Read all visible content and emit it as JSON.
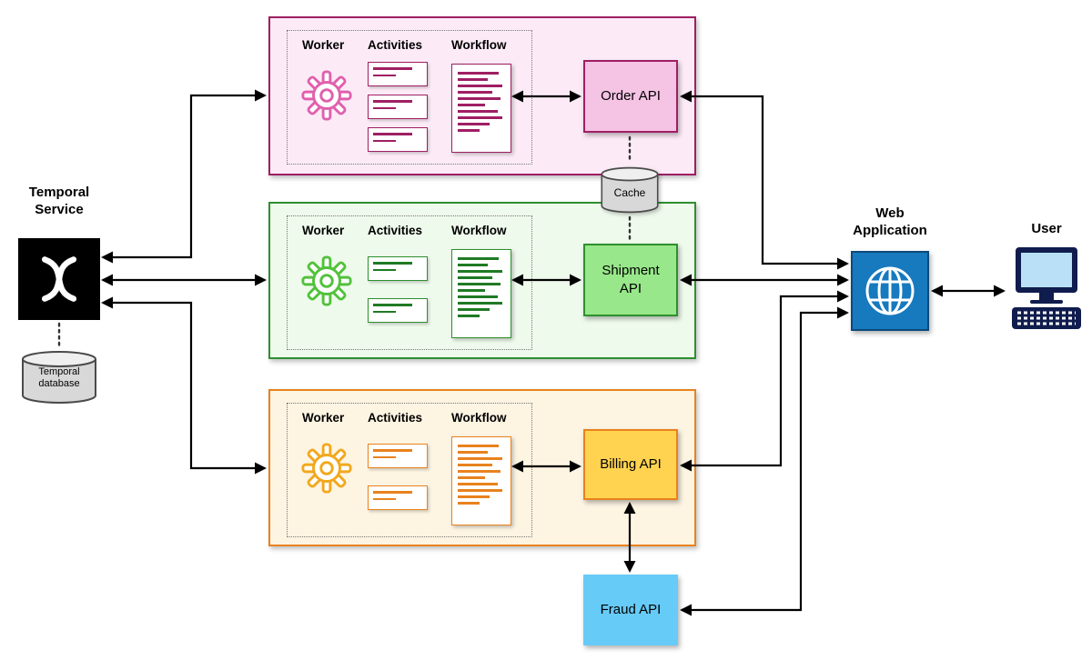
{
  "temporal": {
    "label": "Temporal Service",
    "database_label": "Temporal database"
  },
  "cache": {
    "label": "Cache"
  },
  "groups": [
    {
      "id": "order",
      "worker_label": "Worker",
      "activities_label": "Activities",
      "workflow_label": "Workflow",
      "api_label": "Order API"
    },
    {
      "id": "shipment",
      "worker_label": "Worker",
      "activities_label": "Activities",
      "workflow_label": "Workflow",
      "api_label": "Shipment API"
    },
    {
      "id": "billing",
      "worker_label": "Worker",
      "activities_label": "Activities",
      "workflow_label": "Workflow",
      "api_label": "Billing API"
    }
  ],
  "fraud": {
    "api_label": "Fraud API"
  },
  "web_app": {
    "label": "Web Application"
  },
  "user": {
    "label": "User"
  },
  "colors": {
    "order_border": "#9e1f63",
    "order_bg": "#fcebf6",
    "order_api_bg": "#f5c3e4",
    "order_gear": "#e060ae",
    "order_line": "#9e1f63",
    "shipment_border": "#2f8f2f",
    "shipment_bg": "#eefaec",
    "shipment_api_bg": "#98e78a",
    "shipment_gear": "#52c13b",
    "shipment_line": "#1f7a24",
    "billing_border": "#e8821e",
    "billing_bg": "#fdf4e2",
    "billing_api_bg": "#ffd34f",
    "billing_gear": "#f2a81d",
    "billing_line": "#e8821e",
    "fraud_api_bg": "#66cbf7",
    "web_app_bg": "#1779be",
    "arrow": "#000000"
  }
}
